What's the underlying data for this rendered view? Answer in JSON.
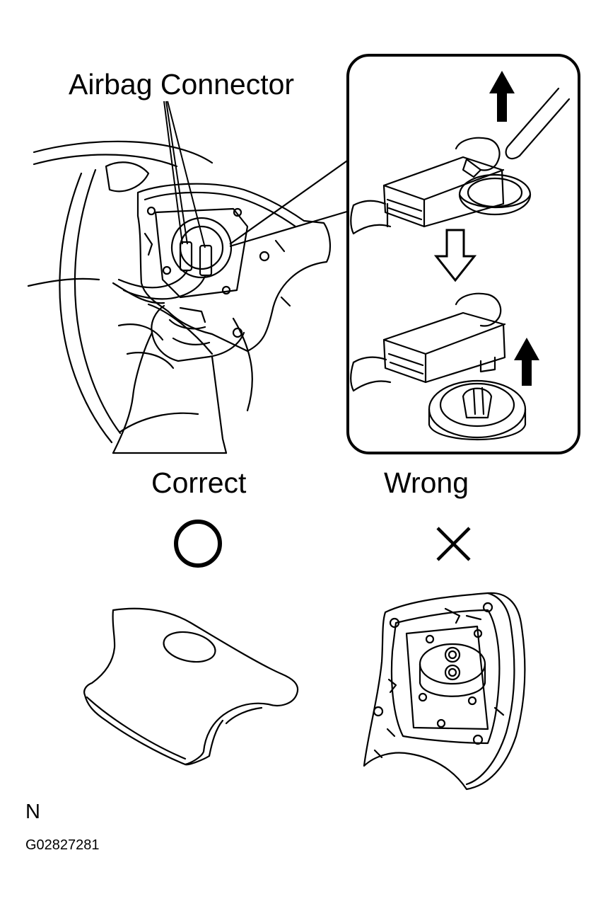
{
  "labels": {
    "airbag_connector": "Airbag Connector",
    "correct": "Correct",
    "wrong": "Wrong",
    "orientation": "N",
    "figure_code": "G02827281"
  },
  "icons": {
    "correct_symbol": "circle-icon",
    "wrong_symbol": "x-mark-icon",
    "lift_direction": "arrow-up-icon",
    "sequence_direction": "arrow-down-outline-icon"
  },
  "colors": {
    "ink": "#000000",
    "background": "#ffffff"
  }
}
